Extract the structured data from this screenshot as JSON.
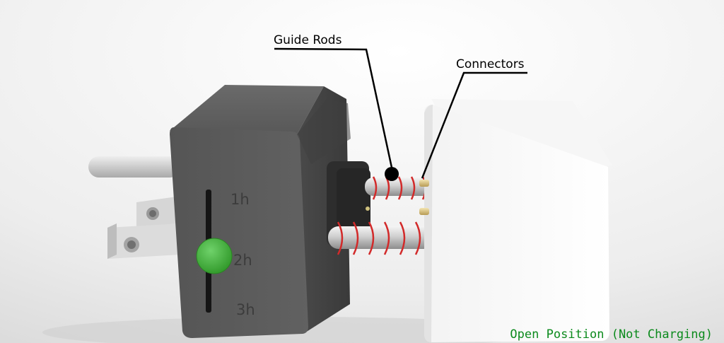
{
  "labels": {
    "guide_rods": "Guide Rods",
    "connectors": "Connectors"
  },
  "slider": {
    "ticks": [
      "1h",
      "2h",
      "3h"
    ],
    "indicator_color": "#3cab32"
  },
  "caption": {
    "text": "Open Position (Not Charging)",
    "color": "#0b8a1c"
  }
}
